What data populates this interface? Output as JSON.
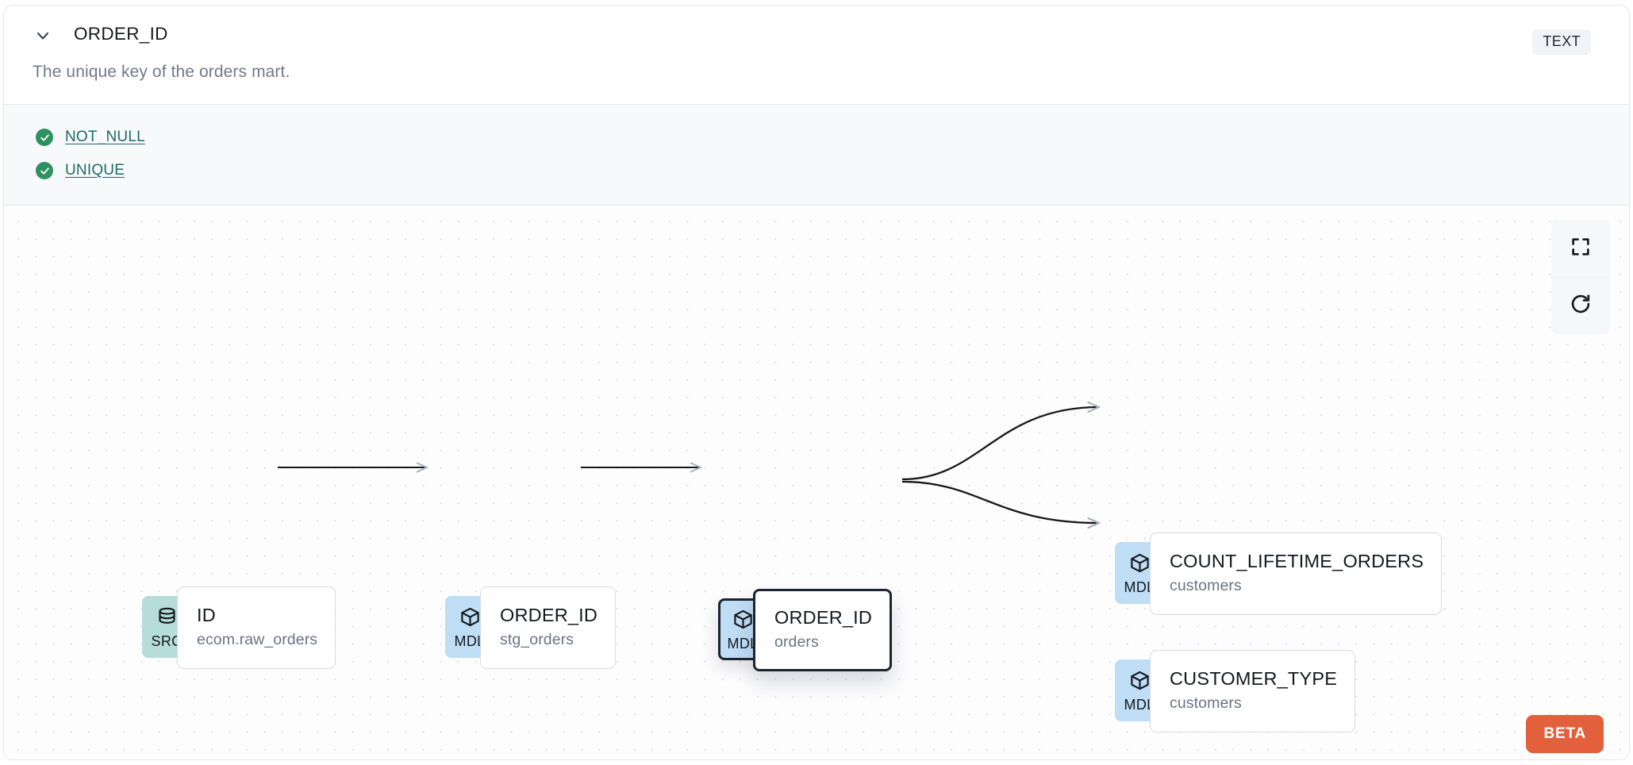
{
  "header": {
    "collapse_icon": "chevron-down-icon",
    "title": "ORDER_ID",
    "type_badge": "TEXT"
  },
  "description": "The unique key of the orders mart.",
  "tests": {
    "items": [
      {
        "status_icon": "check-circle-icon",
        "label": "NOT_NULL"
      },
      {
        "status_icon": "check-circle-icon",
        "label": "UNIQUE"
      }
    ]
  },
  "lineage": {
    "controls": [
      {
        "icon": "fullscreen-icon",
        "name": "fullscreen-button"
      },
      {
        "icon": "refresh-icon",
        "name": "refresh-button"
      }
    ],
    "beta_label": "BETA",
    "nodes": [
      {
        "id": "src",
        "kind": "SRC",
        "icon": "database-icon",
        "name": "ID",
        "source": "ecom.raw_orders",
        "selected": false
      },
      {
        "id": "stg",
        "kind": "MDL",
        "icon": "cube-icon",
        "name": "ORDER_ID",
        "source": "stg_orders",
        "selected": false
      },
      {
        "id": "orders",
        "kind": "MDL",
        "icon": "cube-icon",
        "name": "ORDER_ID",
        "source": "orders",
        "selected": true
      },
      {
        "id": "count",
        "kind": "MDL",
        "icon": "cube-icon",
        "name": "COUNT_LIFETIME_ORDERS",
        "source": "customers",
        "selected": false
      },
      {
        "id": "ctype",
        "kind": "MDL",
        "icon": "cube-icon",
        "name": "CUSTOMER_TYPE",
        "source": "customers",
        "selected": false
      }
    ],
    "edges": [
      {
        "from": "src",
        "to": "stg"
      },
      {
        "from": "stg",
        "to": "orders"
      },
      {
        "from": "orders",
        "to": "count"
      },
      {
        "from": "orders",
        "to": "ctype"
      }
    ]
  },
  "colors": {
    "src_badge": "#B6DDD9",
    "mdl_badge": "#BFDDF4",
    "test_pass": "#2E9160",
    "test_link": "#1F6B63",
    "beta": "#E2613C",
    "selected_border": "#1C2430"
  }
}
